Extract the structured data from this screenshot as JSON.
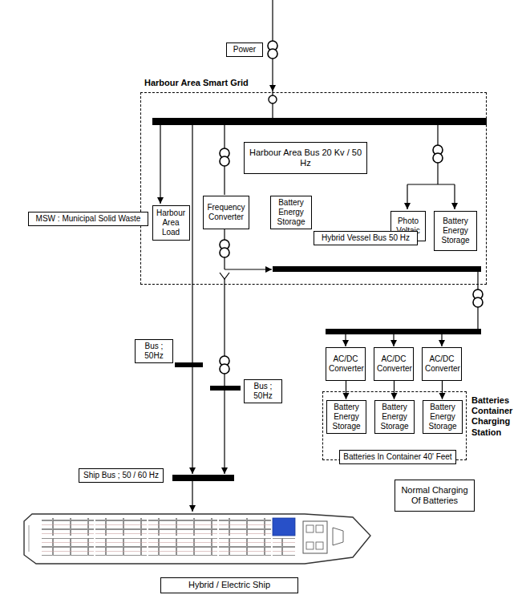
{
  "diagram": {
    "nodes": [
      {
        "text": [
          "Power"
        ]
      },
      {
        "text": [
          "Harbour Area Smart Grid"
        ]
      },
      {
        "text": [
          "Harbour Area Bus 20 Kv / 50 Hz"
        ],
        "in": 1
      },
      {
        "text": [
          "Harbour Area Load"
        ],
        "in": 1
      },
      {
        "text": [
          "Frequency Converter"
        ],
        "in": 1
      },
      {
        "text": [
          "Battery Energy Storage"
        ],
        "in": 1
      },
      {
        "text": [
          "Photo Voltaic"
        ],
        "in": 1
      },
      {
        "text": [
          "Battery Energy Storage"
        ],
        "in": 1
      },
      {
        "text": [
          "Hybrid Vessel Bus 50 Hz"
        ],
        "in": 1
      },
      {
        "text": [
          "MSW : Municipal Solid Waste"
        ]
      },
      {
        "text": [
          "Bus ; 50Hz"
        ]
      },
      {
        "text": [
          "Bus ; 50Hz"
        ]
      },
      {
        "text": [
          "AC/DC Converter"
        ]
      },
      {
        "text": [
          "AC/DC Converter"
        ]
      },
      {
        "text": [
          "AC/DC Converter"
        ]
      },
      {
        "text": [
          "Batteries Container Charging Station"
        ]
      },
      {
        "text": [
          "Battery Energy Storage"
        ],
        "in": 15
      },
      {
        "text": [
          "Battery Energy Storage"
        ],
        "in": 15
      },
      {
        "text": [
          "Battery Energy Storage"
        ],
        "in": 15
      },
      {
        "text": [
          "Batteries In Container 40' Feet"
        ],
        "in": 15
      },
      {
        "text": [
          "Ship Bus ; 50 / 60 Hz"
        ]
      },
      {
        "text": [
          "Normal Charging Of Batteries"
        ]
      },
      {
        "text": [
          "Hybrid / Electric Ship"
        ]
      }
    ],
    "edges": [
      {
        "from": 12,
        "to": 16,
        "arrow": "to"
      },
      {
        "from": 13,
        "to": 17,
        "arrow": "to"
      },
      {
        "from": 14,
        "to": 18,
        "arrow": "to"
      }
    ]
  }
}
